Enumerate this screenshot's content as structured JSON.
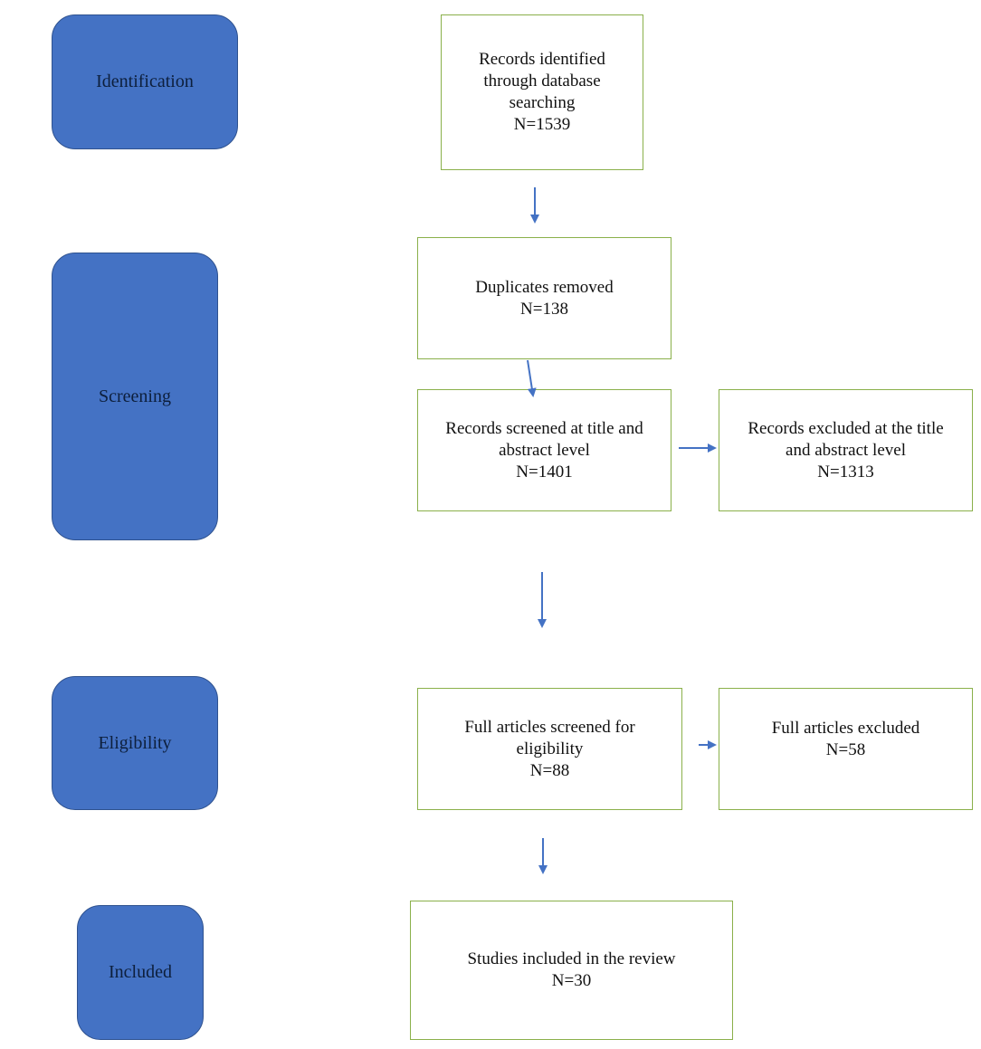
{
  "stages": {
    "identification": "Identification",
    "screening": "Screening",
    "eligibility": "Eligibility",
    "included": "Included"
  },
  "boxes": {
    "records_identified": {
      "lines": [
        "Records identified",
        "through database",
        "searching"
      ],
      "count": "N=1539"
    },
    "duplicates_removed": {
      "lines": [
        "Duplicates removed"
      ],
      "count": "N=138"
    },
    "records_screened": {
      "lines": [
        "Records screened at title and",
        "abstract level"
      ],
      "count": "N=1401"
    },
    "records_excluded": {
      "lines": [
        "Records excluded at the title",
        "and abstract level"
      ],
      "count": "N=1313"
    },
    "full_articles_screened": {
      "lines": [
        "Full articles screened for",
        "eligibility"
      ],
      "count": "N=88"
    },
    "full_articles_excluded": {
      "lines": [
        "Full articles excluded"
      ],
      "count": "N=58"
    },
    "studies_included": {
      "lines": [
        "Studies included in the review"
      ],
      "count": "N=30"
    }
  },
  "colors": {
    "stage_fill": "#4472c4",
    "box_border": "#8ab04a",
    "arrow": "#4472c4"
  }
}
